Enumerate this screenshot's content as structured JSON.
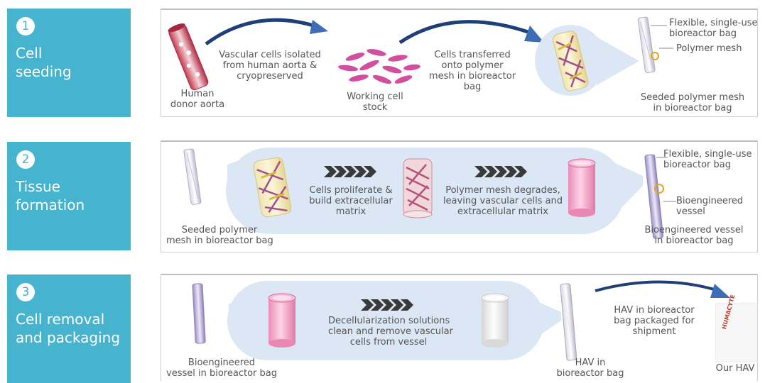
{
  "stages": [
    {
      "number": "1",
      "title_lines": [
        "Cell",
        "seeding"
      ]
    },
    {
      "number": "2",
      "title_lines": [
        "Tissue",
        "formation"
      ]
    },
    {
      "number": "3",
      "title_lines": [
        "Cell removal",
        "and packaging"
      ]
    }
  ],
  "row1": {
    "donor": [
      "Human",
      "donor aorta"
    ],
    "isolated": [
      "Vascular cells isolated",
      "from human aorta &",
      "cryopreserved"
    ],
    "stock": [
      "Working cell",
      "stock"
    ],
    "transferred": [
      "Cells transferred",
      "onto polymer",
      "mesh in bioreactor",
      "bag"
    ],
    "bag": [
      "Flexible, single-use",
      "bioreactor bag"
    ],
    "mesh": "Polymer mesh",
    "seeded": [
      "Seeded polymer mesh",
      "in bioreactor bag"
    ]
  },
  "row2": {
    "seeded": [
      "Seeded polymer",
      "mesh in bioreactor bag"
    ],
    "proliferate": [
      "Cells proliferate &",
      "build extracellular",
      "matrix"
    ],
    "degrades": [
      "Polymer mesh degrades,",
      "leaving vascular cells and",
      "extracellular matrix"
    ],
    "bag": [
      "Flexible, single-use",
      "bioreactor bag"
    ],
    "vessel": [
      "Bioengineered",
      "vessel"
    ],
    "result": [
      "Bioengineered vessel",
      "in bioreactor bag"
    ]
  },
  "row3": {
    "vessel_bag": [
      "Bioengineered",
      "vessel in bioreactor bag"
    ],
    "decell": [
      "Decellularization solutions",
      "clean and remove vascular",
      "cells from vessel"
    ],
    "hav_bag": [
      "HAV in",
      "bioreactor bag"
    ],
    "packaged": [
      "HAV in bioreactor",
      "bag packaged for",
      "shipment"
    ],
    "brand": "HUMACYTE",
    "our_hav": "Our HAV"
  },
  "colors": {
    "stage": "#46b3cf",
    "pill": "#dbe7f5",
    "arrow": "#1f3f78",
    "pink": "#f2a6c8",
    "mesh_ring": "#e0a818"
  }
}
